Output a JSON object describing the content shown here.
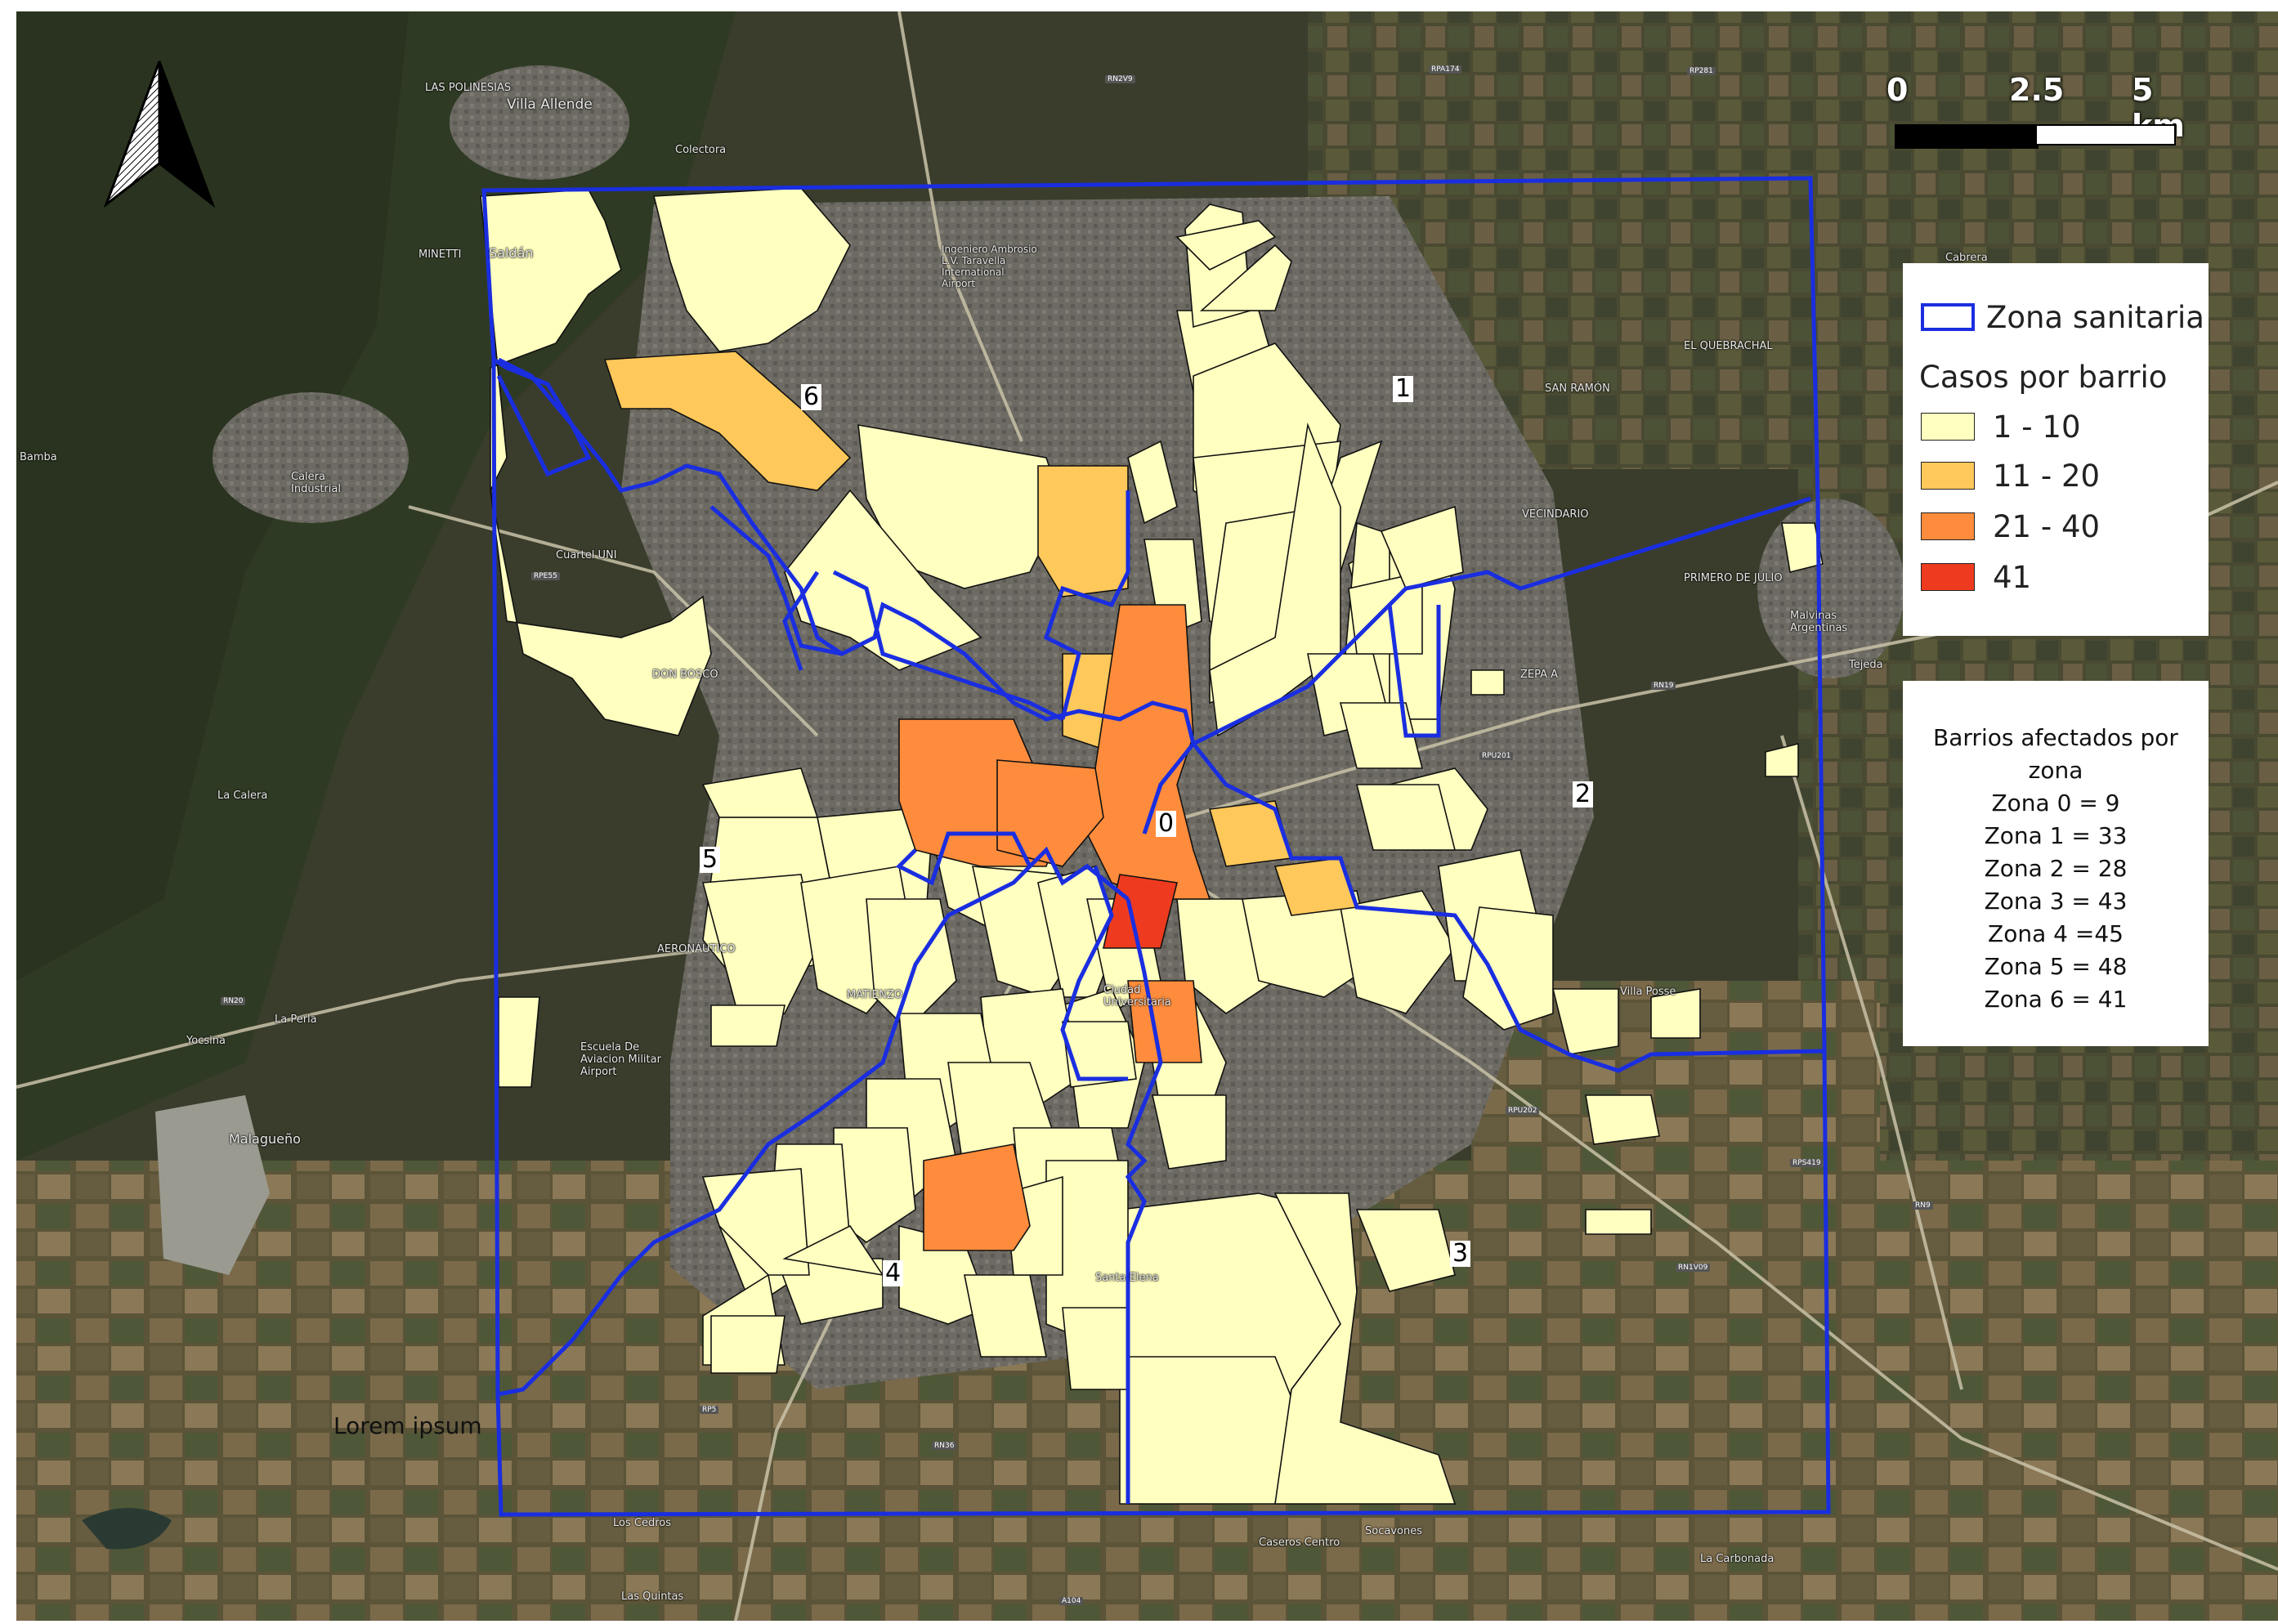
{
  "colors": {
    "zone_boundary": "#1a2ee0",
    "class_1_10": "#ffffc0",
    "class_11_20": "#ffc85a",
    "class_21_40": "#ff8c3c",
    "class_41": "#ee3b1f",
    "satellite_dark": "#3a3d2c",
    "satellite_urban": "#6e6b63"
  },
  "legend": {
    "zone_label": "Zona sanitaria",
    "heading": "Casos por barrio",
    "classes": [
      {
        "label": "1 - 10"
      },
      {
        "label": "11 - 20"
      },
      {
        "label": "21 - 40"
      },
      {
        "label": "41"
      }
    ]
  },
  "stats": {
    "title": "Barrios afectados por zona",
    "lines": [
      "Zona 0 = 9",
      "Zona 1 = 33",
      "Zona 2 = 28",
      "Zona 3 = 43",
      "Zona 4 =45",
      "Zona 5 = 48",
      "Zona 6 = 41"
    ]
  },
  "scale": {
    "ticks": [
      "0",
      "2.5",
      "5 km"
    ]
  },
  "zones": [
    "0",
    "1",
    "2",
    "3",
    "4",
    "5",
    "6"
  ],
  "watermark": "Lorem ipsum",
  "place_labels": [
    "Villa Allende",
    "Saldán",
    "La Calera",
    "Malagueño",
    "La Perla",
    "Yocsina",
    "Escuela De Aviacion Militar Airport",
    "Ingeniero Ambrosio L.V. Taravella International Airport",
    "Malvinas Argentinas",
    "DON BOSCO",
    "Colectora",
    "LAS POLINESIAS",
    "Tejeda",
    "AERONÁUTICO",
    "Caseros Centro",
    "Socavones",
    "La Carbonada",
    "Los Cedros",
    "Las Quintas",
    "Cuartel UNI",
    "SAN RAMÓN",
    "EL QUEBRACHAL",
    "PRIMERO DE JULIO",
    "VECINDARIO",
    "ZEPA A",
    "Villa Posse",
    "Ciudad Universitaria",
    "Santa Elena",
    "Calera Industrial",
    "MATIENZO",
    "Cabrera",
    "MINETTI",
    "Bamba"
  ],
  "road_labels": [
    "RN20",
    "RN19",
    "RN9",
    "RN36",
    "RP5",
    "RPE55",
    "RPU201",
    "RPU202",
    "RPS419",
    "RN1V09",
    "RPA174",
    "RP281",
    "RN2V9",
    "A104"
  ]
}
